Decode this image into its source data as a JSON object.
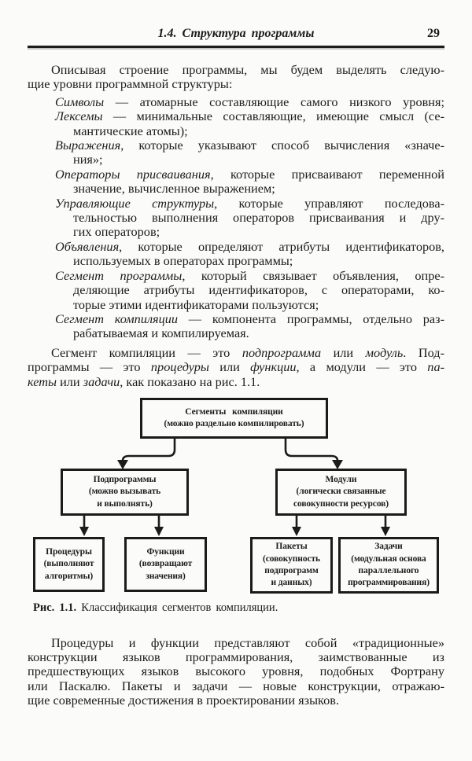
{
  "header": {
    "section_title": "1.4. Структура программы",
    "page_number": "29"
  },
  "intro": {
    "lines": [
      "Описывая строение программы, мы будем выделять следую-",
      "щие уровни программной структуры:"
    ]
  },
  "list": {
    "items": [
      {
        "term": "Символы",
        "after": " — атомарные составляющие самого низкого уровня;",
        "cont": []
      },
      {
        "term": "Лексемы",
        "after": " — минимальные составляющие, имеющие смысл (се-",
        "cont": [
          "мантические атомы);"
        ]
      },
      {
        "term": "Выражения",
        "after": ", которые указывают способ вычисления «значе-",
        "cont": [
          "ния»;"
        ]
      },
      {
        "term": "Операторы присваивания",
        "after": ", которые присваивают переменной",
        "cont": [
          "значение, вычисленное выражением;"
        ]
      },
      {
        "term": "Управляющие структуры",
        "after": ", которые управляют последова-",
        "cont": [
          "тельностью выполнения операторов присваивания и дру-",
          "гих операторов;"
        ]
      },
      {
        "term": "Объявления",
        "after": ", которые определяют атрибуты идентификаторов,",
        "cont": [
          "используемых в операторах программы;"
        ]
      },
      {
        "term": "Сегмент программы",
        "after": ", который связывает объявления, опре-",
        "cont": [
          "деляющие атрибуты идентификаторов, с операторами, ко-",
          "торые этими идентификаторами пользуются;"
        ]
      },
      {
        "term": "Сегмент компиляции",
        "after": " — компонента программы, отдельно раз-",
        "cont": [
          "рабатываемая и компилируемая."
        ]
      }
    ]
  },
  "para2": {
    "l1a": "Сегмент компиляции — это ",
    "l1b": "подпрограмма",
    "l1c": " или ",
    "l1d": "модуль",
    "l1e": ". Под-",
    "l2a": "программы — это ",
    "l2b": "процедуры",
    "l2c": " или ",
    "l2d": "функции",
    "l2e": ", а модули — это ",
    "l2f": "па-",
    "l3a": "кеты",
    "l3b": " или ",
    "l3c": "задачи",
    "l3d": ", как показано на рис. 1.1."
  },
  "diagram": {
    "compilation_segments": {
      "line1": "Сегменты компиляции",
      "line2": "(можно раздельно компилировать)"
    },
    "subprograms": {
      "line1": "Подпрограммы",
      "line2": "(можно вызывать",
      "line3": "и выполнять)"
    },
    "modules": {
      "line1": "Модули",
      "line2": "(логически связанные",
      "line3": "совокупности ресурсов)"
    },
    "procedures": {
      "line1": "Процедуры",
      "line2": "(выполняют",
      "line3": "алгоритмы)"
    },
    "functions": {
      "line1": "Функции",
      "line2": "(возвращают",
      "line3": "значения)"
    },
    "packages": {
      "line1": "Пакеты",
      "line2": "(совокупность",
      "line3": "подпрограмм",
      "line4": "и данных)"
    },
    "tasks": {
      "line1": "Задачи",
      "line2": "(модульная основа",
      "line3": "параллельного",
      "line4": "программирования)"
    }
  },
  "caption": {
    "label": "Рис. 1.1.",
    "text": " Классификация сегментов компиляции."
  },
  "outro": {
    "lines": [
      "Процедуры и функции представляют собой «традиционные»",
      "конструкции языков программирования, заимствованные из",
      "предшествующих языков высокого уровня, подобных Фортрану",
      "или Паскалю. Пакеты и задачи — новые конструкции, отражаю-",
      "щие современные достижения в проектировании языков."
    ]
  },
  "colors": {
    "ink": "#1b1b1b",
    "paper": "#fbfbfa"
  }
}
